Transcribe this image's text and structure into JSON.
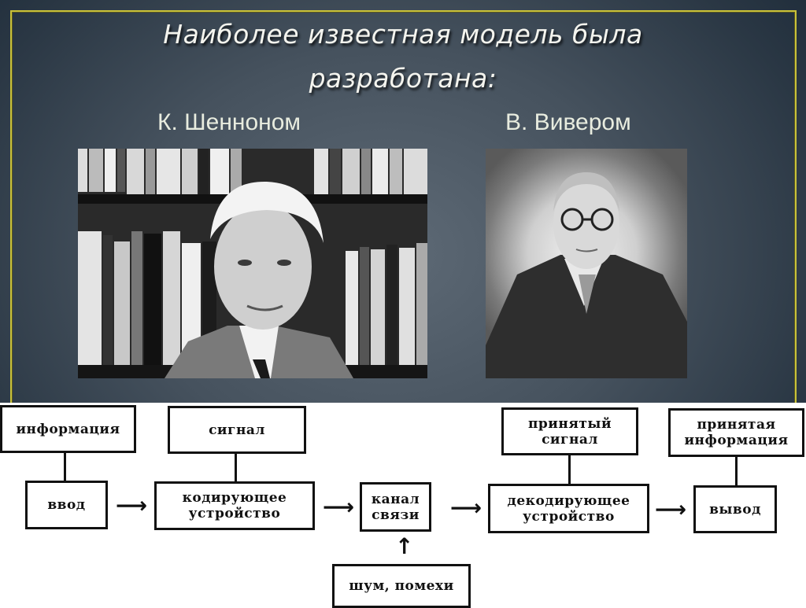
{
  "slide": {
    "title_line1": "Наиболее известная модель была",
    "title_line2": "разработана:",
    "authors": [
      {
        "name": "К. Шенноном",
        "photo": "portrait-photo-shannon"
      },
      {
        "name": "В. Вивером",
        "photo": "portrait-photo-weaver"
      }
    ],
    "colors": {
      "background": "#3e4a56",
      "frame_border": "#c9c23a",
      "title_text": "#f4f4ee"
    }
  },
  "diagram": {
    "top_boxes": {
      "information": "информация",
      "signal": "сигнал",
      "received_signal_l1": "принятый",
      "received_signal_l2": "сигнал",
      "received_info_l1": "принятая",
      "received_info_l2": "информация"
    },
    "flow_boxes": {
      "input": "ввод",
      "encoder_l1": "кодирующее",
      "encoder_l2": "устройство",
      "channel_l1": "канал",
      "channel_l2": "связи",
      "decoder_l1": "декодирующее",
      "decoder_l2": "устройство",
      "output": "вывод"
    },
    "noise": "шум, помехи",
    "arrow_right": "⟶",
    "arrow_up": "↑"
  }
}
